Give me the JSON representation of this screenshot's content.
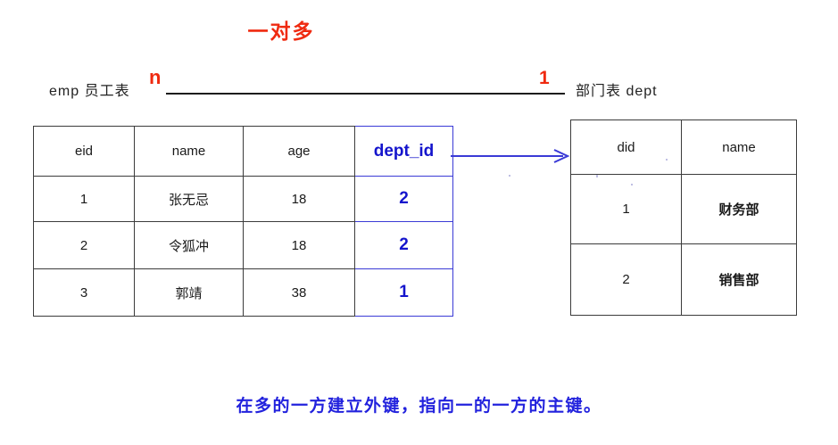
{
  "title": "一对多",
  "colors": {
    "title_red": "#ef2a10",
    "foreign_key_blue": "#1414cc",
    "caption_blue": "#2222dd",
    "table_border": "#3b3b3b"
  },
  "relationship": {
    "left_label": "emp 员工表",
    "right_label": "部门表 dept",
    "left_cardinality": "n",
    "right_cardinality": "1"
  },
  "emp_table": {
    "name": "emp",
    "headers": [
      "eid",
      "name",
      "age",
      "dept_id"
    ],
    "foreign_key_column": "dept_id",
    "rows": [
      {
        "eid": "1",
        "name": "张无忌",
        "age": "18",
        "dept_id": "2"
      },
      {
        "eid": "2",
        "name": "令狐冲",
        "age": "18",
        "dept_id": "2"
      },
      {
        "eid": "3",
        "name": "郭靖",
        "age": "38",
        "dept_id": "1"
      }
    ]
  },
  "dept_table": {
    "name": "dept",
    "headers": [
      "did",
      "name"
    ],
    "primary_key_column": "did",
    "rows": [
      {
        "did": "1",
        "name": "财务部"
      },
      {
        "did": "2",
        "name": "销售部"
      }
    ]
  },
  "arrow": {
    "icon": "arrow-right-icon",
    "from": "dept_id",
    "to": "did"
  },
  "caption": "在多的一方建立外键，指向一的一方的主键。"
}
